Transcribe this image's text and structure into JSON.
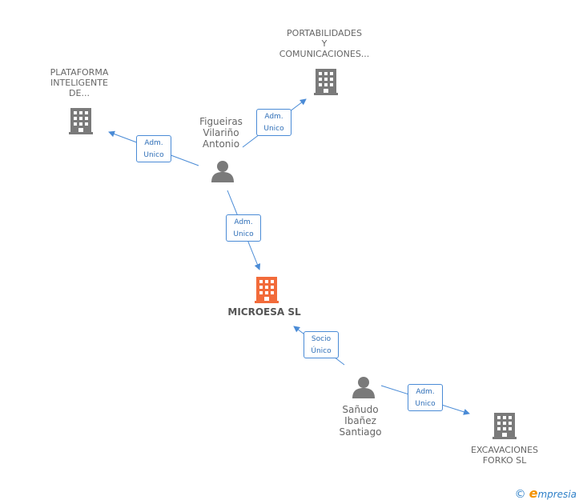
{
  "nodes": {
    "portabilidades": {
      "lines": [
        "PORTABILIDADES",
        "Y",
        "COMUNICACIONES..."
      ]
    },
    "plataforma": {
      "lines": [
        "PLATAFORMA",
        "INTELIGENTE",
        "DE..."
      ]
    },
    "figueiras": {
      "lines": [
        "Figueiras",
        "Vilariño",
        "Antonio"
      ]
    },
    "microesa": {
      "lines": [
        "MICROESA SL"
      ]
    },
    "sanudo": {
      "lines": [
        "Sañudo",
        "Ibañez",
        "Santiago"
      ]
    },
    "excavaciones": {
      "lines": [
        "EXCAVACIONES",
        "FORKO SL"
      ]
    }
  },
  "relations": {
    "figueiras_portabilidades": {
      "line1": "Adm.",
      "line2": "Unico"
    },
    "figueiras_plataforma": {
      "line1": "Adm.",
      "line2": "Unico"
    },
    "figueiras_microesa": {
      "line1": "Adm.",
      "line2": "Unico"
    },
    "sanudo_microesa": {
      "line1": "Socio",
      "line2": "Único"
    },
    "sanudo_excavaciones": {
      "line1": "Adm.",
      "line2": "Unico"
    }
  },
  "colors": {
    "company": "#7a7a7a",
    "focus_company": "#f26b3a",
    "person": "#7a7a7a",
    "edge": "#4a8bd6"
  },
  "icons": {
    "company": "building-icon",
    "person": "person-icon"
  },
  "brand": {
    "copyright": "©",
    "name_first": "e",
    "name_rest": "mpresia"
  }
}
